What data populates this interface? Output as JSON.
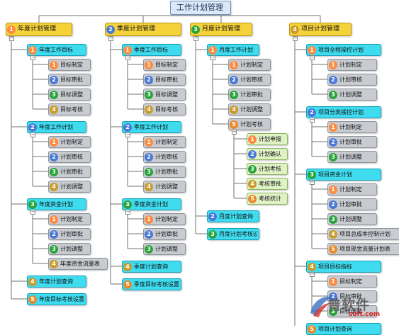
{
  "root": {
    "label": "工作计划管理"
  },
  "branches": [
    {
      "num": "1",
      "label": "年度计划管理",
      "children": [
        {
          "num": "1",
          "label": "年度工作目标",
          "children": [
            {
              "num": "1",
              "label": "目标制定"
            },
            {
              "num": "2",
              "label": "目标审批"
            },
            {
              "num": "3",
              "label": "目标调整"
            },
            {
              "num": "4",
              "label": "目标考核"
            }
          ]
        },
        {
          "num": "2",
          "label": "年度工作计划",
          "children": [
            {
              "num": "1",
              "label": "计划制定"
            },
            {
              "num": "2",
              "label": "计划审核"
            },
            {
              "num": "3",
              "label": "计划审批"
            },
            {
              "num": "4",
              "label": "计划调整"
            }
          ]
        },
        {
          "num": "3",
          "label": "年度资金计划",
          "children": [
            {
              "num": "1",
              "label": "计划制定"
            },
            {
              "num": "2",
              "label": "计划审批"
            },
            {
              "num": "3",
              "label": "计划调整"
            },
            {
              "num": "4",
              "label": "年度资金流量表"
            }
          ]
        },
        {
          "num": "4",
          "label": "年度计划查询",
          "children": []
        },
        {
          "num": "5",
          "label": "年度目标考核设置",
          "children": []
        }
      ]
    },
    {
      "num": "2",
      "label": "季度计划管理",
      "children": [
        {
          "num": "1",
          "label": "季度工作目标",
          "children": [
            {
              "num": "1",
              "label": "目标制定"
            },
            {
              "num": "2",
              "label": "目标审批"
            },
            {
              "num": "3",
              "label": "目标调整"
            },
            {
              "num": "4",
              "label": "目标考核"
            }
          ]
        },
        {
          "num": "2",
          "label": "季度工作计划",
          "children": [
            {
              "num": "1",
              "label": "计划制定"
            },
            {
              "num": "2",
              "label": "计划审核"
            },
            {
              "num": "3",
              "label": "计划审批"
            },
            {
              "num": "4",
              "label": "计划调整"
            }
          ]
        },
        {
          "num": "3",
          "label": "季度资金计划",
          "children": [
            {
              "num": "1",
              "label": "计划制定"
            },
            {
              "num": "2",
              "label": "计划审批"
            },
            {
              "num": "3",
              "label": "计划调整"
            }
          ]
        },
        {
          "num": "4",
          "label": "季度计划查询",
          "children": []
        },
        {
          "num": "5",
          "label": "季度目标考核设置",
          "children": []
        }
      ]
    },
    {
      "num": "3",
      "label": "月度计划管理",
      "children": [
        {
          "num": "1",
          "label": "月度工作计划",
          "children": [
            {
              "num": "1",
              "label": "计划制定"
            },
            {
              "num": "2",
              "label": "计划审核"
            },
            {
              "num": "3",
              "label": "计划审批"
            },
            {
              "num": "4",
              "label": "计划调整"
            },
            {
              "num": "5",
              "label": "计划考核",
              "children": [
                {
                  "num": "1",
                  "label": "计划申报"
                },
                {
                  "num": "2",
                  "label": "计划确认"
                },
                {
                  "num": "3",
                  "label": "计划考核"
                },
                {
                  "num": "4",
                  "label": "考核审批"
                },
                {
                  "num": "5",
                  "label": "考核统计"
                }
              ]
            }
          ]
        },
        {
          "num": "2",
          "label": "月度计划查询",
          "children": []
        },
        {
          "num": "3",
          "label": "月度计划考核设置",
          "children": []
        }
      ]
    },
    {
      "num": "4",
      "label": "项目计划管理",
      "children": [
        {
          "num": "1",
          "label": "项目全程操控计划",
          "children": [
            {
              "num": "1",
              "label": "计划制定"
            },
            {
              "num": "2",
              "label": "计划审核"
            },
            {
              "num": "3",
              "label": "计划调整"
            }
          ]
        },
        {
          "num": "2",
          "label": "项目分类操控计划",
          "children": [
            {
              "num": "1",
              "label": "计划制定"
            },
            {
              "num": "2",
              "label": "计划审批"
            },
            {
              "num": "3",
              "label": "计划调整"
            }
          ]
        },
        {
          "num": "3",
          "label": "项目资金计划",
          "children": [
            {
              "num": "1",
              "label": "计划制定"
            },
            {
              "num": "2",
              "label": "计划审批"
            },
            {
              "num": "3",
              "label": "计划调整"
            },
            {
              "num": "4",
              "label": "项目总成本控制计划"
            },
            {
              "num": "5",
              "label": "项目现金流量计划表"
            }
          ]
        },
        {
          "num": "4",
          "label": "项目目标指标",
          "children": [
            {
              "num": "1",
              "label": "目标制定"
            },
            {
              "num": "2",
              "label": "目标审批"
            },
            {
              "num": "3",
              "label": "目标调整"
            }
          ]
        },
        {
          "num": "5",
          "label": "项目计划查询",
          "children": []
        }
      ]
    }
  ],
  "watermark": {
    "brand": "普软件",
    "site": "soft.com"
  },
  "colors": {
    "root_bg": "#dbe8f6",
    "level1_bg": "#f5d23a",
    "level2_bg": "#3fdcf0",
    "level3_bg": "#c8ccd1",
    "level4_bg": "#dff2c6",
    "connector": "#707070"
  }
}
